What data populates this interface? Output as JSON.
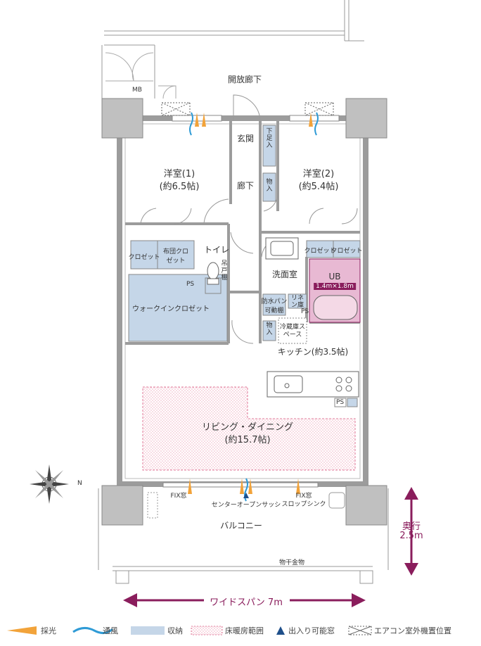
{
  "labels": {
    "corridor": "開放廊下",
    "mb": "MB",
    "entrance": "玄関",
    "shoe_storage": "下足入",
    "hallway": "廊下",
    "storage_top": "物入",
    "storage_kitchen": "物入",
    "room1_name": "洋室(1)",
    "room1_size": "(約6.5帖)",
    "room2_name": "洋室(2)",
    "room2_size": "(約5.4帖)",
    "closet_left": "クロゼット",
    "futon_closet": "布団クロゼット",
    "toilet": "トイレ",
    "hanging_shelf": "吊戸棚",
    "ps_toilet": "PS",
    "walkin_closet": "ウォークインクロゼット",
    "closet_right_1": "クロゼット",
    "closet_right_2": "クロゼット",
    "washroom": "洗面室",
    "ub": "UB",
    "ub_size": "1.4m×1.8m",
    "waterproof_pan": "防水パン",
    "movable_shelf": "可動棚",
    "linen_storage": "リネン庫",
    "ps_wash": "PS",
    "fridge_space": "冷蔵庫スペース",
    "kitchen": "キッチン(約3.5帖)",
    "ps_kitchen": "PS",
    "living_name": "リビング・ダイニング",
    "living_size": "(約15.7帖)",
    "fix_window_left": "FIX窓",
    "center_sash": "センターオープンサッシ",
    "fix_window_right": "FIX窓",
    "slop_sink": "スロップシンク",
    "balcony": "バルコニー",
    "clothes_hanger": "物干金物",
    "depth_label": "奥行",
    "depth_value": "2.5m",
    "wide_span": "ワイドスパン  7m",
    "compass_n": "N"
  },
  "legend": [
    {
      "icon": "light-icon",
      "label": "採光"
    },
    {
      "icon": "ventilation-icon",
      "label": "通風"
    },
    {
      "icon": "storage-swatch-icon",
      "label": "収納"
    },
    {
      "icon": "floor-heating-swatch-icon",
      "label": "床暖房範囲"
    },
    {
      "icon": "entry-triangle-icon",
      "label": "出入り可能窓"
    },
    {
      "icon": "ac-unit-icon",
      "label": "エアコン室外機置位置"
    }
  ],
  "colors": {
    "wall": "#9c9c9c",
    "storage": "#c5d6e8",
    "floor_heating": "#f2b3c4",
    "ub": "#e8b9d3",
    "arrow": "#8a1d5c",
    "light": "#f2a33a",
    "wind": "#2f9bd6",
    "triangle": "#1f4f8a"
  }
}
